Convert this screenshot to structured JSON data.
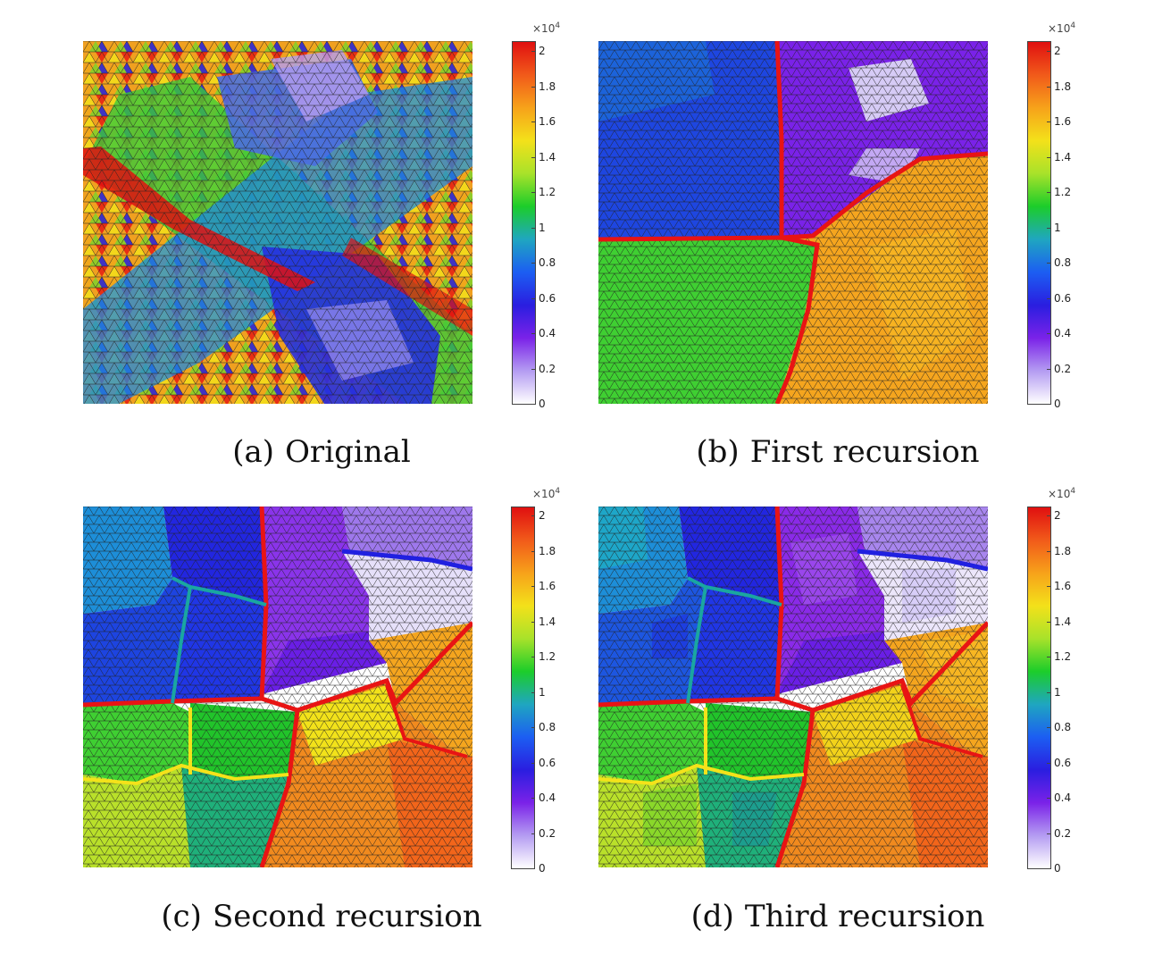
{
  "panels": [
    {
      "label": "(a)",
      "title": "Original"
    },
    {
      "label": "(b)",
      "title": "First recursion"
    },
    {
      "label": "(c)",
      "title": "Second recursion"
    },
    {
      "label": "(d)",
      "title": "Third recursion"
    }
  ],
  "colorbar": {
    "exponent_base": "×10",
    "exponent_power": "4",
    "ticks": [
      "2",
      "1.8",
      "1.6",
      "1.4",
      "1.2",
      "1",
      "0.8",
      "0.6",
      "0.4",
      "0.2",
      "0"
    ],
    "colormap": [
      "#ffffff",
      "#b49cf2",
      "#7a22e8",
      "#2a1ee0",
      "#1c5ef2",
      "#1fa6c0",
      "#1ccd2a",
      "#a8e22a",
      "#f3e11a",
      "#f7a21a",
      "#f15a1a",
      "#e01010"
    ]
  },
  "colors": {
    "boundary_red": "#e81414",
    "boundary_yellow": "#f4e21a",
    "boundary_blue": "#2020e0",
    "boundary_teal": "#1aa6a0",
    "edge": "#222222"
  }
}
